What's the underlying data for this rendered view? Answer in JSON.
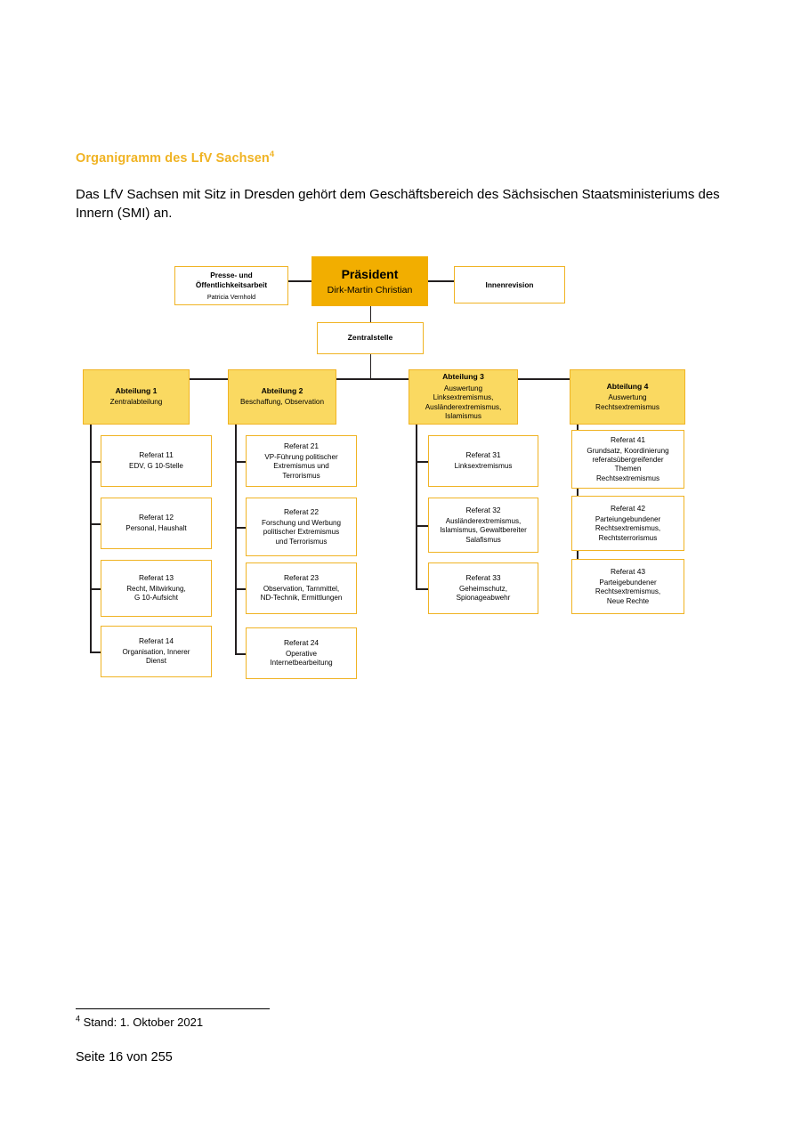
{
  "document": {
    "heading": "Organigramm des LfV Sachsen",
    "heading_footnote_marker": "4",
    "intro": "Das LfV Sachsen mit Sitz in Dresden gehört dem Geschäftsbereich des Sächsischen Staatsministeriums des Innern (SMI) an.",
    "footnote_marker": "4",
    "footnote_text": "Stand: 1. Oktober 2021",
    "footer": "Seite 16 von 255"
  },
  "colors": {
    "heading": "#F0B323",
    "box_border": "#F0B323",
    "president_fill": "#F2AE00",
    "department_fill": "#FAD961",
    "connector": "#231f20",
    "text": "#000000"
  },
  "chart": {
    "president": {
      "title": "Präsident",
      "subtitle": "Dirk-Martin Christian"
    },
    "staff_left": {
      "title_line1": "Presse- und",
      "title_line2": "Öffentlichkeitsarbeit",
      "person": "Patricia Vernhold"
    },
    "staff_right": {
      "title": "Innenrevision"
    },
    "central_office": {
      "title": "Zentralstelle"
    },
    "departments": [
      {
        "title": "Abteilung 1",
        "subtitle": "Zentralabteilung",
        "units": [
          {
            "title": "Referat 11",
            "subtitle": "EDV, G 10-Stelle"
          },
          {
            "title": "Referat 12",
            "subtitle": "Personal, Haushalt"
          },
          {
            "title": "Referat 13",
            "subtitle": "Recht, Mitwirkung,\nG 10-Aufsicht"
          },
          {
            "title": "Referat 14",
            "subtitle": "Organisation, Innerer\nDienst"
          }
        ]
      },
      {
        "title": "Abteilung 2",
        "subtitle": "Beschaffung, Observation",
        "units": [
          {
            "title": "Referat 21",
            "subtitle": "VP-Führung politischer\nExtremismus und\nTerrorismus"
          },
          {
            "title": "Referat 22",
            "subtitle": "Forschung und Werbung\npolitischer Extremismus\nund Terrorismus"
          },
          {
            "title": "Referat 23",
            "subtitle": "Observation, Tarnmittel,\nND-Technik, Ermittlungen"
          },
          {
            "title": "Referat 24",
            "subtitle": "Operative\nInternetbearbeitung"
          }
        ]
      },
      {
        "title": "Abteilung 3",
        "subtitle": "Auswertung\nLinksextremismus,\nAusländerextremismus,\nIslamismus",
        "units": [
          {
            "title": "Referat 31",
            "subtitle": "Linksextremismus"
          },
          {
            "title": "Referat 32",
            "subtitle": "Ausländerextremismus,\nIslamismus, Gewaltbereiter\nSalafismus"
          },
          {
            "title": "Referat 33",
            "subtitle": "Geheimschutz,\nSpionageabwehr"
          }
        ]
      },
      {
        "title": "Abteilung 4",
        "subtitle": "Auswertung\nRechtsextremismus",
        "units": [
          {
            "title": "Referat 41",
            "subtitle": "Grundsatz, Koordinierung\nreferatsübergreifender\nThemen\nRechtsextremismus"
          },
          {
            "title": "Referat 42",
            "subtitle": "Parteiungebundener\nRechtsextremismus,\nRechtsterrorismus"
          },
          {
            "title": "Referat 43",
            "subtitle": "Parteigebundener\nRechtsextremismus,\nNeue Rechte"
          }
        ]
      }
    ]
  }
}
